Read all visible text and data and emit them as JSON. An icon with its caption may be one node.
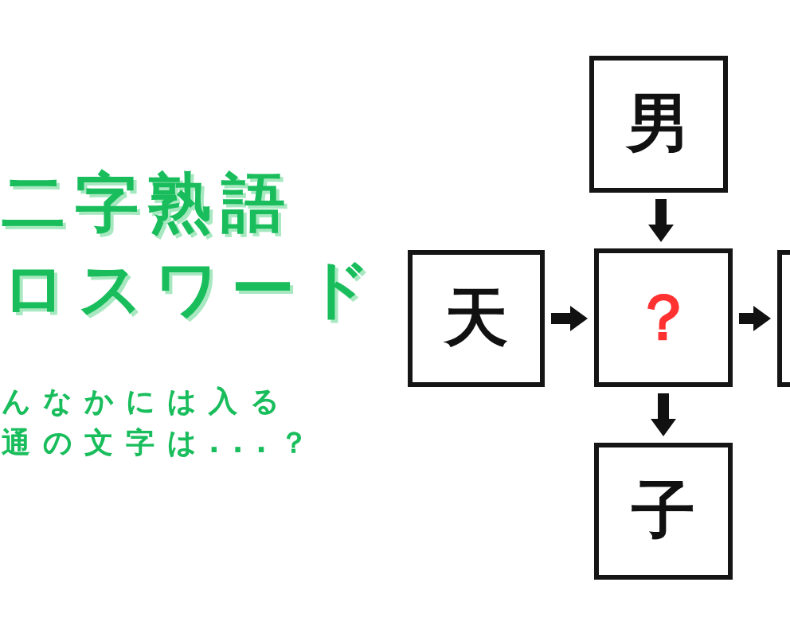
{
  "diagram": {
    "nodes": [
      {
        "text": [
          "男"
        ]
      },
      {
        "text": [
          "天"
        ]
      },
      {
        "text": [
          "？"
        ]
      },
      {
        "text": [],
        "shape": "box"
      },
      {
        "text": [
          "子"
        ]
      }
    ],
    "edges": [
      {
        "from": 1,
        "to": 2,
        "arrow": "to"
      },
      {
        "from": 0,
        "to": 2,
        "arrow": "to"
      },
      {
        "from": 2,
        "to": 3,
        "arrow": "to"
      },
      {
        "from": 2,
        "to": 4,
        "arrow": "to"
      }
    ],
    "labels": [
      "二字熟語",
      "ロスワード",
      "んなかには入る",
      "通の文字は...？"
    ]
  }
}
